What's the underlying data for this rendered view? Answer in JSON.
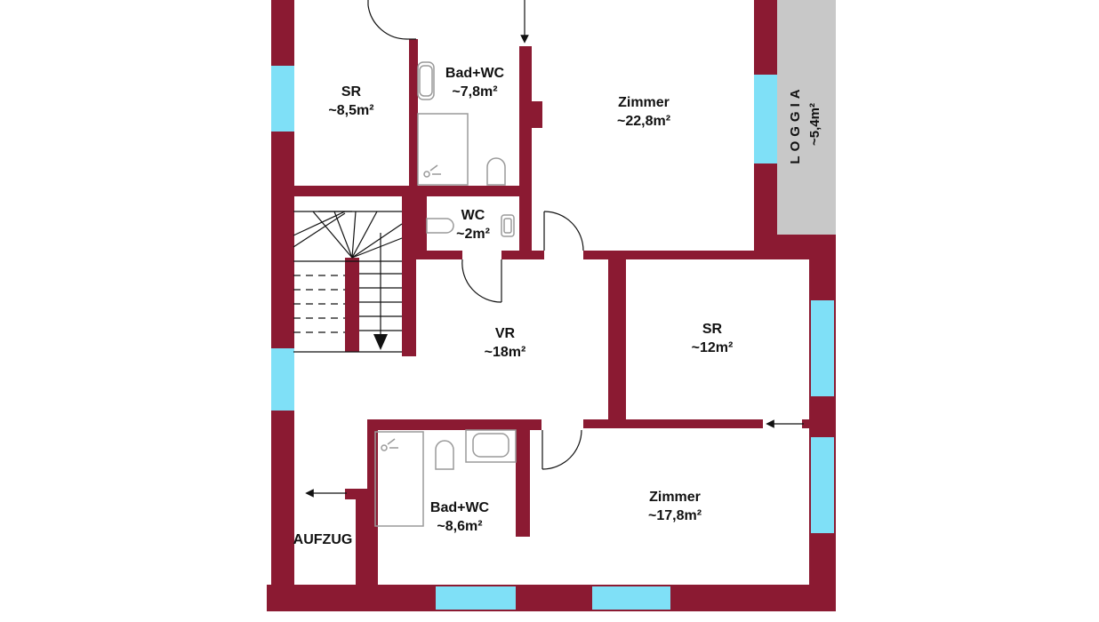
{
  "plan": {
    "colors": {
      "wall": "#8b1a32",
      "window": "#7fe0f7",
      "loggia": "#c8c8c8",
      "fixture": "#9a9a9a",
      "line": "#111111"
    },
    "rooms": {
      "sr_top": {
        "name": "SR",
        "area": "~8,5m²"
      },
      "bad_top": {
        "name": "Bad+WC",
        "area": "~7,8m²"
      },
      "zimmer_top": {
        "name": "Zimmer",
        "area": "~22,8m²"
      },
      "loggia": {
        "name": "LOGGIA",
        "area": "~5,4m²"
      },
      "wc": {
        "name": "WC",
        "area": "~2m²"
      },
      "vr": {
        "name": "VR",
        "area": "~18m²"
      },
      "sr_right": {
        "name": "SR",
        "area": "~12m²"
      },
      "bad_bottom": {
        "name": "Bad+WC",
        "area": "~8,6m²"
      },
      "zimmer_bottom": {
        "name": "Zimmer",
        "area": "~17,8m²"
      },
      "aufzug": {
        "name": "AUFZUG"
      }
    },
    "icons": {
      "stair_arrow": "arrow-down-icon",
      "entry_arrow_top": "arrow-down-icon",
      "entry_arrow_right": "arrow-left-icon",
      "entry_arrow_elevator": "arrow-left-icon"
    }
  }
}
